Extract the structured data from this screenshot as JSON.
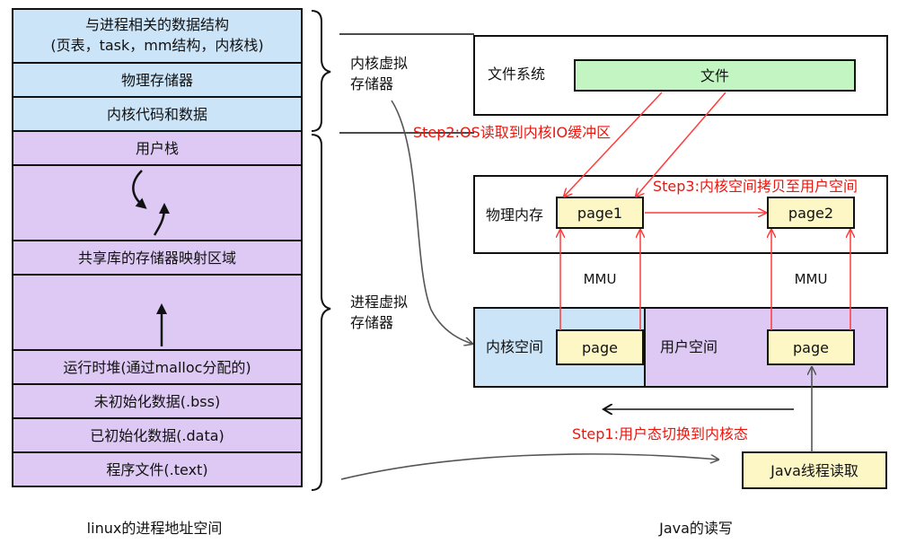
{
  "colors": {
    "kernel_blue": "#cce4f7",
    "user_purple": "#ddc9f3",
    "file_green": "#c2f5c2",
    "page_yellow": "#fcf7c5",
    "arrow_red": "#ff3b3b",
    "step_red": "#e8170f",
    "outline": "#111111"
  },
  "left_stack": {
    "kernel_rows": [
      "与进程相关的数据结构",
      "(页表，task，mm结构，内核栈)",
      "物理存储器",
      "内核代码和数据"
    ],
    "user_rows": {
      "stack": "用户栈",
      "shared": "共享库的存储器映射区域",
      "heap": "运行时堆(通过malloc分配的)",
      "bss": "未初始化数据(.bss)",
      "data": "已初始化数据(.data)",
      "text": "程序文件(.text)"
    },
    "caption": "linux的进程地址空间"
  },
  "brace_labels": {
    "kernel_virtual": [
      "内核虚拟",
      "存储器"
    ],
    "process_virtual": [
      "进程虚拟",
      "存储器"
    ]
  },
  "right": {
    "fs_label": "文件系统",
    "file_label": "文件",
    "phys_label": "物理内存",
    "page1": "page1",
    "page2": "page2",
    "mmu": "MMU",
    "kernel_space": "内核空间",
    "user_space": "用户空间",
    "page": "page",
    "java_read": "Java线程读取",
    "caption": "Java的读写"
  },
  "steps": {
    "step1": "Step1:用户态切换到内核态",
    "step2": "Step2:OS读取到内核IO缓冲区",
    "step3": "Step3:内核空间拷贝至用户空间"
  }
}
